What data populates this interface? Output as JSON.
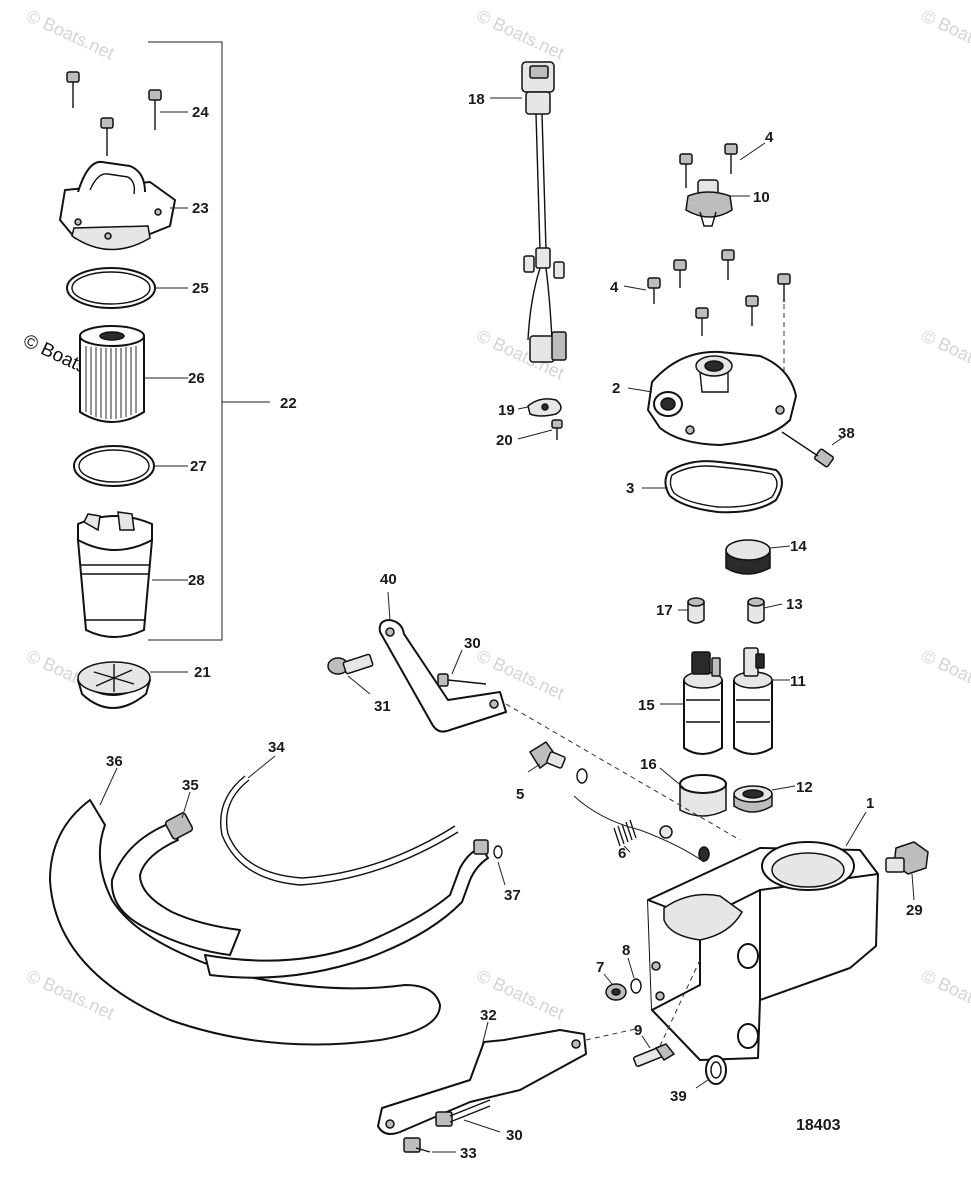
{
  "watermark": "© Boats.net",
  "drawing_number": "18403",
  "callouts": {
    "c1": "1",
    "c2": "2",
    "c3": "3",
    "c4a": "4",
    "c4b": "4",
    "c5": "5",
    "c6": "6",
    "c7": "7",
    "c8": "8",
    "c9": "9",
    "c10": "10",
    "c11": "11",
    "c12": "12",
    "c13": "13",
    "c14": "14",
    "c15": "15",
    "c16": "16",
    "c17": "17",
    "c18": "18",
    "c19": "19",
    "c20": "20",
    "c21": "21",
    "c22": "22",
    "c23": "23",
    "c24": "24",
    "c25": "25",
    "c26": "26",
    "c27": "27",
    "c28": "28",
    "c29": "29",
    "c30a": "30",
    "c30b": "30",
    "c31": "31",
    "c32": "32",
    "c33": "33",
    "c34": "34",
    "c35": "35",
    "c36": "36",
    "c37": "37",
    "c38": "38",
    "c39": "39",
    "c40": "40"
  }
}
